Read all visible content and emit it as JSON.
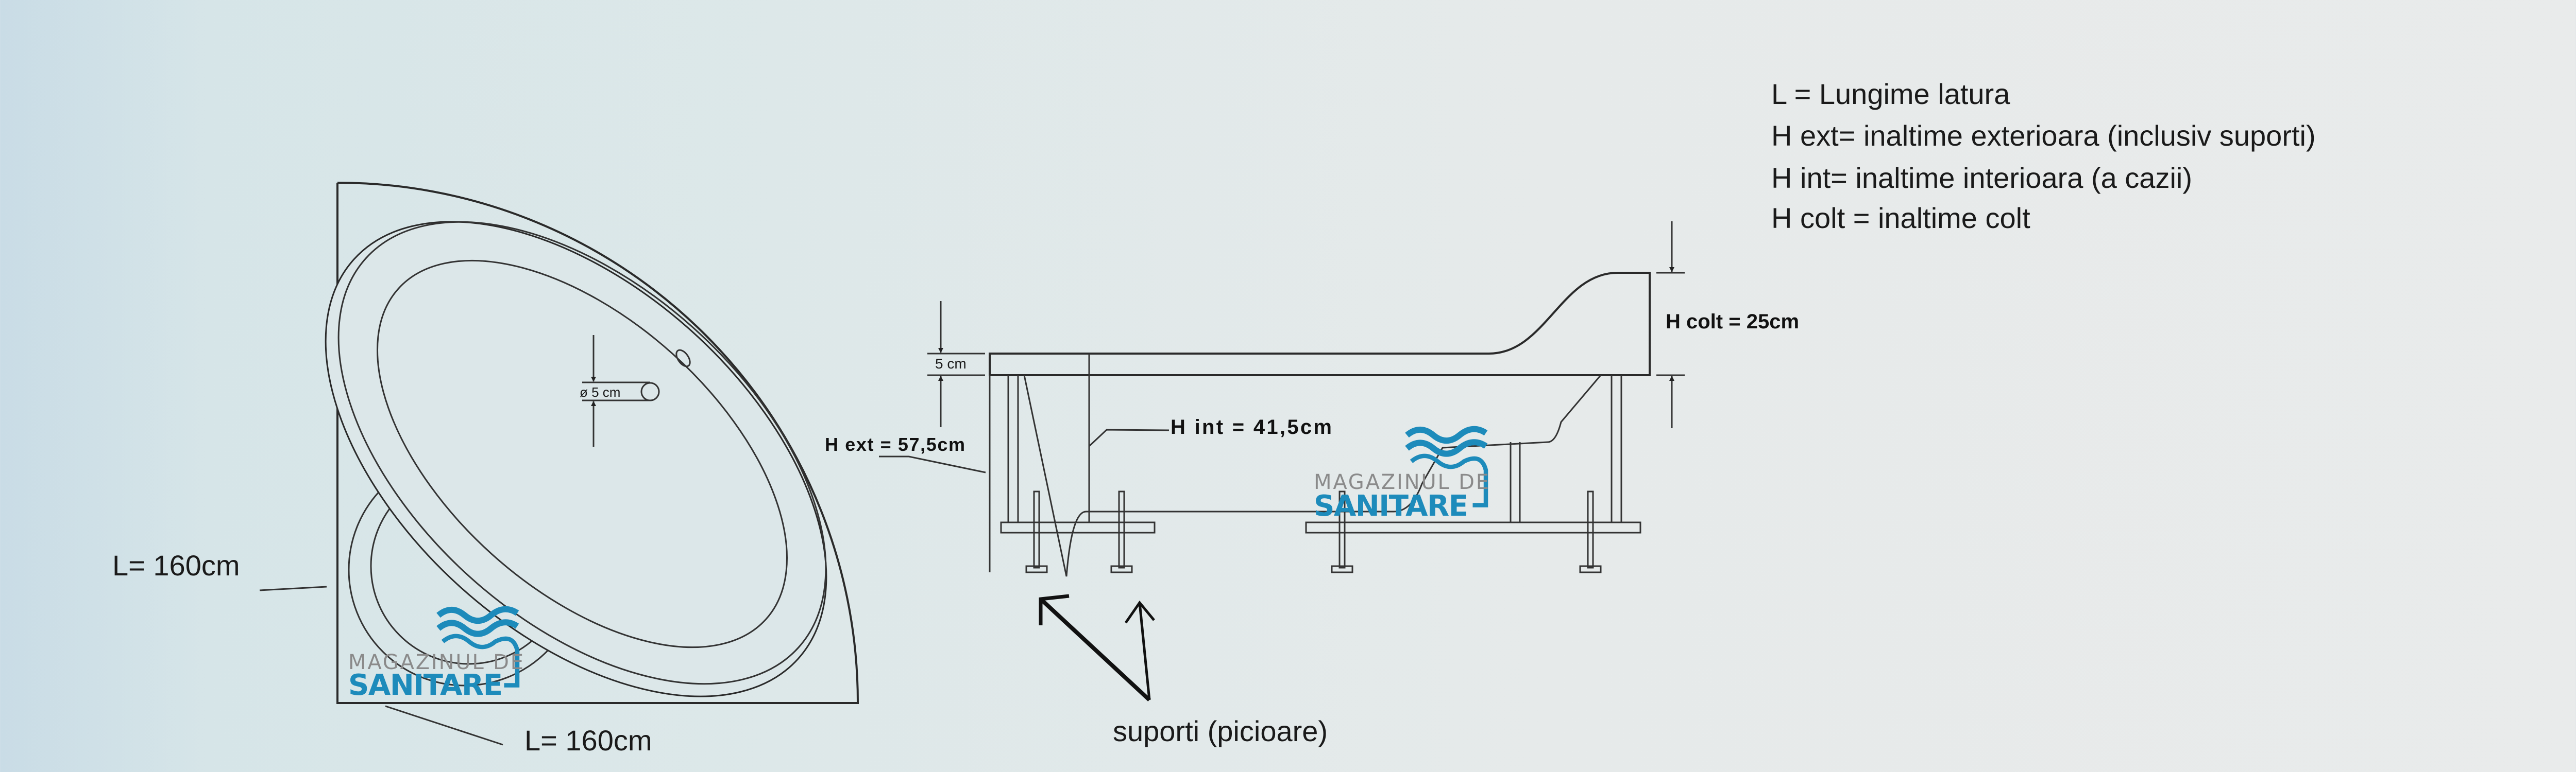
{
  "legend": [
    "L = Lungime latura",
    "H ext= inaltime exterioara (inclusiv suporti)",
    "H int= inaltime interioara (a cazii)",
    "H colt = inaltime colt"
  ],
  "top_view": {
    "side_label_left": "L= 160cm",
    "side_label_bottom": "L= 160cm",
    "drain_label": "ø 5 cm"
  },
  "side_view": {
    "rim_label": "5 cm",
    "h_ext_label": "H ext = 57,5cm",
    "h_int_label": "H int = 41,5cm",
    "h_colt_label": "H colt = 25cm",
    "supports_label": "suporti (picioare)"
  },
  "watermark": {
    "line1": "MAGAZINUL DE",
    "line2": "SANITARE"
  },
  "colors": {
    "line": "#2a2a2a",
    "brand_blue": "#1d8bbb",
    "brand_gray": "#8a8a8a"
  }
}
